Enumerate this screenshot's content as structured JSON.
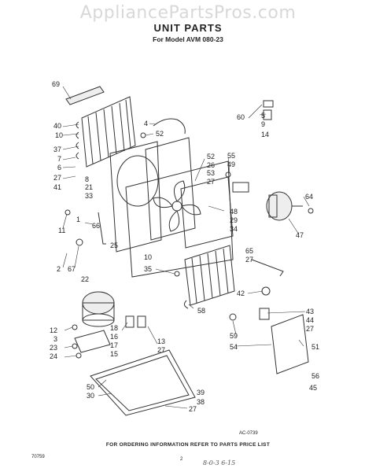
{
  "watermark": "AppliancePartsPros.com",
  "title": "UNIT PARTS",
  "subtitle": "For Model AVM 080-23",
  "footer": "FOR ORDERING INFORMATION REFER TO PARTS PRICE LIST",
  "corner_code": "70759",
  "page_number": "2",
  "drawing_code": "AC-0739",
  "handwritten_note": "8-0-3  6-15",
  "callouts": [
    "69",
    "40",
    "10",
    "37",
    "7",
    "6",
    "27",
    "41",
    "8",
    "21",
    "33",
    "4",
    "52",
    "60",
    "5",
    "9",
    "14",
    "52",
    "26",
    "53",
    "27",
    "55",
    "49",
    "64",
    "47",
    "48",
    "29",
    "34",
    "11",
    "1",
    "66",
    "25",
    "2",
    "67",
    "65",
    "27",
    "10",
    "35",
    "22",
    "42",
    "58",
    "43",
    "44",
    "27",
    "12",
    "3",
    "23",
    "24",
    "18",
    "16",
    "17",
    "15",
    "13",
    "27",
    "59",
    "54",
    "51",
    "56",
    "45",
    "50",
    "30",
    "39",
    "38",
    "27"
  ]
}
